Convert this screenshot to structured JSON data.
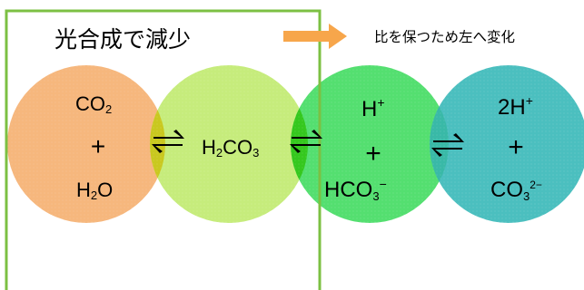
{
  "title": "光合成で減少",
  "note": "比を保つため左へ変化",
  "colors": {
    "box_border": "#7cc043",
    "arrow": "#f7a64b",
    "circle1": "#f6b77d",
    "circle2": "#c6ec7c",
    "circle3": "#54df70",
    "circle4": "#4bbfbf",
    "overlap12": "#c9c81f",
    "overlap23": "#35c81e",
    "overlap34": "#39b9a7"
  },
  "species": {
    "c1": {
      "top_main": "CO",
      "top_sub": "2",
      "plus": "+",
      "bottom_main": "H",
      "bottom_sub": "2",
      "bottom_tail": "O"
    },
    "c2": {
      "a": "H",
      "a_sub": "2",
      "b": "CO",
      "b_sub": "3"
    },
    "c3": {
      "top_main": "H",
      "top_sup": "+",
      "plus": "+",
      "bottom_main": "HCO",
      "bottom_sub": "3",
      "bottom_sup": "−"
    },
    "c4": {
      "top_main": "2H",
      "top_sup": "+",
      "plus": "+",
      "bottom_main": "CO",
      "bottom_sub": "3",
      "bottom_sup": "2−"
    }
  }
}
